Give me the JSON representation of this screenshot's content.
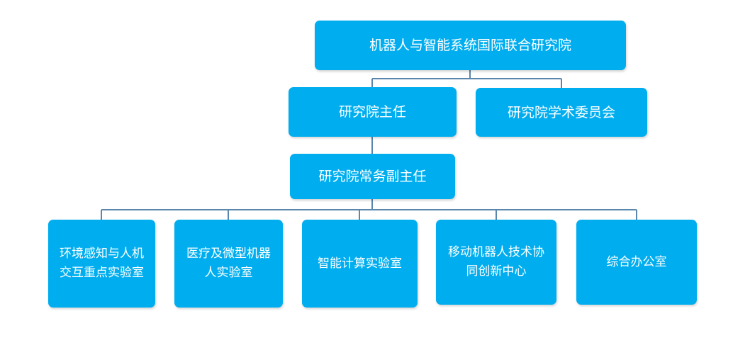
{
  "org_chart": {
    "root": "机器人与智能系统国际联合研究院",
    "director": "研究院主任",
    "academic_committee": "研究院学术委员会",
    "executive_deputy_director": "研究院常务副主任",
    "units": [
      "环境感知与人机交互重点实验室",
      "医疗及微型机器人实验室",
      "智能计算实验室",
      "移动机器人技术协同创新中心",
      "综合办公室"
    ]
  },
  "colors": {
    "box_fill": "#00aeef",
    "box_text": "#ffffff",
    "connector": "#5b86ad",
    "background": "#ffffff"
  }
}
